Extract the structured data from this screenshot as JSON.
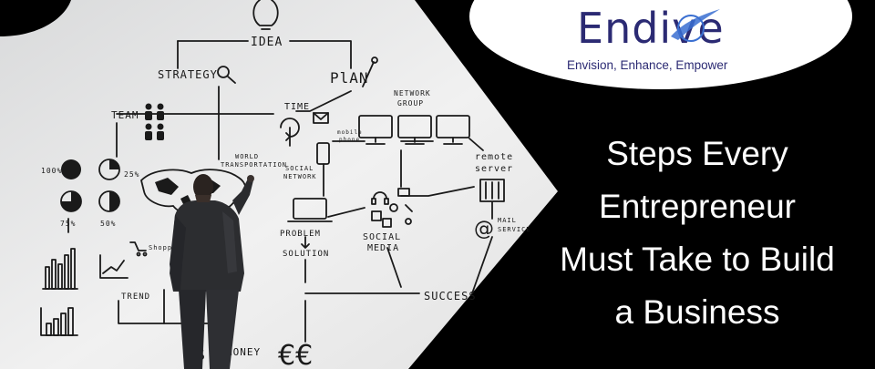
{
  "brand": {
    "name": "Endive",
    "tagline": "Envision, Enhance, Empower",
    "color": "#2b2a73",
    "accent": "#3a6fd1"
  },
  "headline": {
    "lines": [
      "Steps Every",
      "Entrepreneur",
      "Must Take to Build",
      "a Business"
    ],
    "color": "#ffffff"
  },
  "whiteboard": {
    "labels": {
      "idea": "IDEA",
      "strategy": "STRATEGY",
      "plan": "PlAN",
      "team": "TEAM",
      "time": "TIME",
      "network_group_1": "NETWORK",
      "network_group_2": "GROUP",
      "world_1": "WORLD",
      "world_2": "TRANSPORTATION",
      "mobile_1": "mobile",
      "mobile_2": "phone",
      "social_network_1": "SOCIAL",
      "social_network_2": "NETWORK",
      "remote_server_1": "remote",
      "remote_server_2": "server",
      "pct_100": "100%",
      "pct_25": "25%",
      "pct_75": "75%",
      "pct_50": "50%",
      "shopping": "Shopping",
      "problem": "PROBLEM",
      "solution": "SOLUTION",
      "social_media_1": "SOCIAL",
      "social_media_2": "MEDIA",
      "mail_1": "MAIL",
      "mail_2": "SERVICE",
      "trend": "TREND",
      "success": "SUCCESS",
      "money": "MONEY",
      "euro": "€€",
      "dollar": "$"
    }
  }
}
